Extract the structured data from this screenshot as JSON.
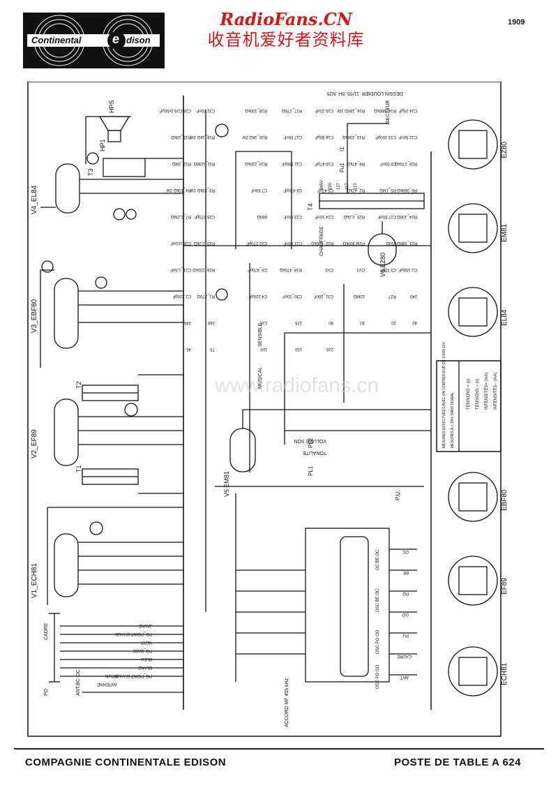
{
  "logo": {
    "left_text": "Continental",
    "right_text": "dison",
    "badge_letter": "e"
  },
  "watermark": {
    "site": "RadioFans.CN",
    "chinese": "收音机爱好者资料库",
    "diagonal": "www.radiofans.cn"
  },
  "page_number": "1909",
  "drawing_ref": "DESSIN LOUDIER .11/55 .5H .N25",
  "schematic": {
    "tubes": [
      {
        "id": "v4",
        "label": "V4_EL84"
      },
      {
        "id": "v3",
        "label": "V3_EBF80"
      },
      {
        "id": "v2",
        "label": "V2_EF89"
      },
      {
        "id": "v1",
        "label": "V1_ECH81"
      },
      {
        "id": "v5",
        "label": "V5\nEM81"
      },
      {
        "id": "v6",
        "label": "V6\nEZ80"
      }
    ],
    "components": [
      "C28,C29 2x50μF",
      "C32 20nF",
      "R19_100kΩ",
      "R17_270Ω",
      "C15 22nF",
      "R16_180Ω 1W",
      "R14_680kΩ",
      "C14 25μF",
      "R15_10kΩ",
      "R18_1kΩ 2W",
      "R20_1kΩ 2W",
      "C17 50nF",
      "C16 50μF",
      "R13_100kΩ",
      "C13 200pF",
      "C12 50nF",
      "R12_1MΩ",
      "R11_10MΩ",
      "R10_220kΩ",
      "C11 150pF",
      "C10 47pF",
      "R8_47kΩ",
      "C8 50nF",
      "R28_270kΩ",
      "R4_10kΩ 2W",
      "R3_33kΩ 1W",
      "C7 50nF",
      "C6 470pF",
      "C5 47pF",
      "R2_47kΩ",
      "R5_1MΩ",
      "R6_360kΩ",
      "R7_2,2MΩ",
      "C35 270pF",
      "880Ω",
      "C23 50nF",
      "C24 10nF",
      "R25_2,2kΩ",
      "C27 50nF",
      "R24_100Ω",
      "C26 100nF",
      "R23_2,2kΩ",
      "C22 270pF",
      "C21 10nF",
      "R22_100kΩ",
      "P1M 300kΩ",
      "650Ω",
      "R21_180Ω",
      "C21_1,5nF",
      "R26_220kΩ",
      "C8_470pF",
      "R18_470kΩ",
      "CV2",
      "CV1",
      "C3 33pF",
      "C1 100pF",
      "C2 220pF",
      "R1_270Ω",
      "C4 220pF",
      "C30_20nF",
      "C31_20nF",
      "10MΩ",
      "R27",
      "240",
      "245",
      "260",
      "125",
      "275",
      "90",
      "30",
      "20",
      "40",
      "45",
      "75",
      "110",
      "150",
      "210"
    ],
    "labels": {
      "hps": "HPS",
      "hp1": "HP1",
      "t3": "T3",
      "t4": "T4",
      "t2": "T2",
      "t1": "T1",
      "fu1": "Fu1",
      "i1": "I1",
      "secteur": "SECTEUR",
      "chauffage": "CHAUFFAGE",
      "sensible": "SENSIBLE",
      "musical": "MUSICAL",
      "volume_son": "VOLUME SON",
      "tonalite": "TONALITE",
      "pl1": "PL1",
      "pl2": "PL2",
      "pu": "P.U.",
      "one_meg": "1MΩ",
      "ant_bc_oc": "ANT.BC-OC",
      "po": "PO",
      "cadre": "CADRE",
      "accord": "ACCORD MF 455 kHz"
    },
    "wires": [
      "JAUNE",
      "PO_POINT CHAUD",
      "VERT",
      "PO_BASE",
      "BLEU",
      "BLANC",
      "PO_POINT CHAUD",
      "BRUN",
      "ANTENNE"
    ],
    "switch_bank": [
      "OC",
      "BE",
      "PO",
      "GO",
      "PU",
      "CADRE",
      "ANT."
    ],
    "switch_cols": [
      "OC BE OC",
      "OSC BE OC",
      "OSC PO GO",
      "OSC PO GO"
    ],
    "mains_taps": [
      "245V",
      "220",
      "127",
      "117",
      "110"
    ],
    "legend": {
      "heading": "MESURES EFFECTUÉES AVEC UN CONTROLEUR DE 10000 Ω/V",
      "sub": "MESURES À ± 15%  SANS SIGNAL",
      "rows": [
        "TENSIONS = (v)",
        "TENSIONS ~ (v)",
        "INTENSITÉS= (mA)",
        "INTENSITÉS~ (mA)"
      ]
    },
    "sockets": [
      "EZ80",
      "EM81",
      "EL84",
      "EBF80",
      "EF89",
      "ECH81"
    ]
  },
  "footer": {
    "company": "COMPAGNIE CONTINENTALE EDISON",
    "model": "POSTE DE TABLE A 624"
  }
}
